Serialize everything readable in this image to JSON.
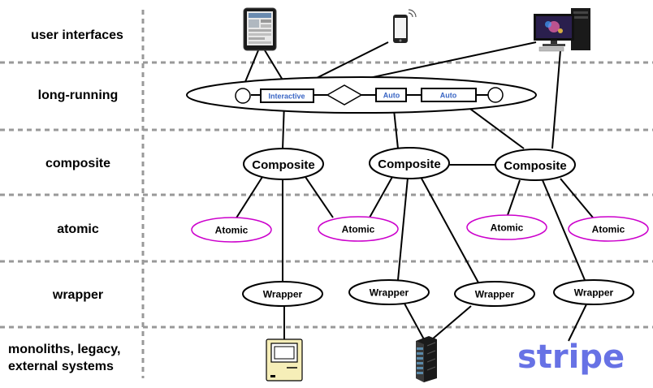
{
  "layers": {
    "user_interfaces": "user interfaces",
    "long_running": "long-running",
    "composite": "composite",
    "atomic": "atomic",
    "wrapper": "wrapper",
    "systems_line1": "monoliths, legacy,",
    "systems_line2": "external systems"
  },
  "long_running_boxes": {
    "interactive": "Interactive",
    "auto1": "Auto",
    "auto2": "Auto"
  },
  "composite_nodes": [
    "Composite",
    "Composite",
    "Composite"
  ],
  "atomic_nodes": [
    "Atomic",
    "Atomic",
    "Atomic",
    "Atomic"
  ],
  "wrapper_nodes": [
    "Wrapper",
    "Wrapper",
    "Wrapper",
    "Wrapper"
  ],
  "external_logo": "stripe",
  "colors": {
    "atomic_border": "#cc00cc",
    "box_text": "#3a66c4",
    "stripe": "#6772e5",
    "divider": "#999999"
  },
  "icons": [
    "tablet-icon",
    "smartphone-icon",
    "desktop-computer-icon",
    "legacy-computer-icon",
    "server-rack-icon",
    "stripe-logo"
  ]
}
